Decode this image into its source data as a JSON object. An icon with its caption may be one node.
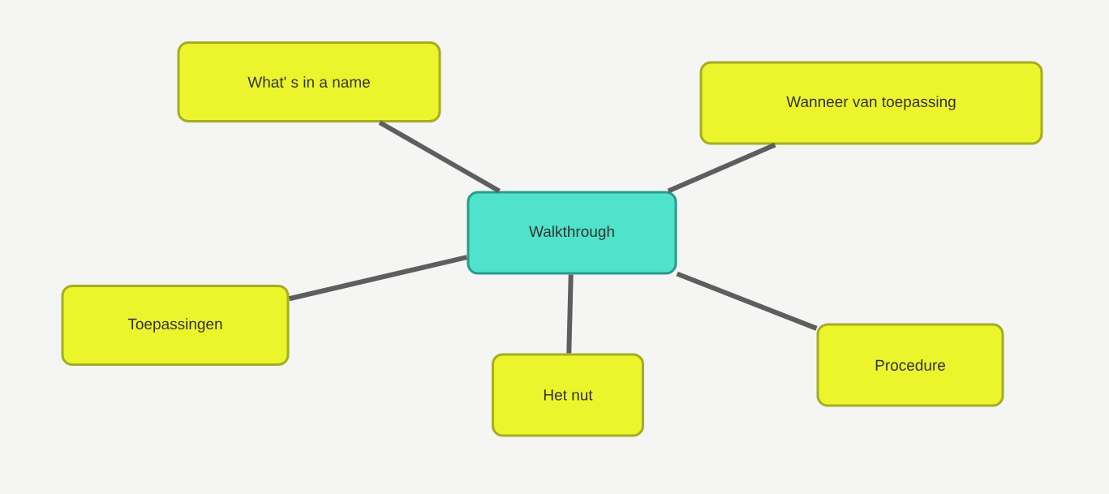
{
  "diagram": {
    "nodes": [
      {
        "text": [
          "Walkthrough"
        ]
      },
      {
        "text": [
          "What' s in a name"
        ]
      },
      {
        "text": [
          "Wanneer van toepassing"
        ]
      },
      {
        "text": [
          "Toepassingen"
        ]
      },
      {
        "text": [
          "Het nut"
        ]
      },
      {
        "text": [
          "Procedure"
        ]
      }
    ],
    "edges": [
      {
        "from": 0,
        "to": 1,
        "arrow": "none"
      },
      {
        "from": 0,
        "to": 2,
        "arrow": "none"
      },
      {
        "from": 0,
        "to": 3,
        "arrow": "none"
      },
      {
        "from": 0,
        "to": 4,
        "arrow": "none"
      },
      {
        "from": 0,
        "to": 5,
        "arrow": "none"
      }
    ]
  }
}
